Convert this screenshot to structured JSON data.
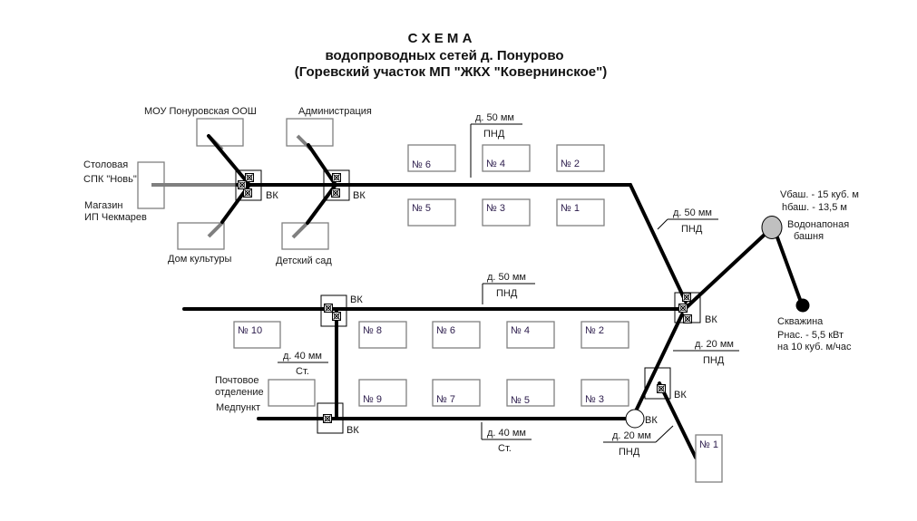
{
  "title": {
    "line1": "С Х Е М А",
    "line2": "водопроводных сетей д. Понурово",
    "line3": "(Горевский участок МП \"ЖКХ \"Ковернинское\")"
  },
  "buildings": {
    "school": "МОУ Понуровская ООШ",
    "administration": "Администрация",
    "canteen_line1": "Столовая",
    "canteen_line2": "СПК \"Новь\"",
    "shop_line1": "Магазин",
    "shop_line2": "ИП Чекмарев",
    "culture_house": "Дом культуры",
    "kindergarten": "Детский сад",
    "post_line1": "Почтовое",
    "post_line2": "отделение",
    "medpoint": "Медпункт"
  },
  "houses_top": [
    "№ 6",
    "№ 4",
    "№ 2",
    "№ 5",
    "№ 3",
    "№ 1"
  ],
  "houses_bottom": [
    "№ 10",
    "№ 8",
    "№ 6",
    "№ 4",
    "№ 2",
    "№ 9",
    "№ 7",
    "№ 5",
    "№ 3",
    "№ 1"
  ],
  "well_label": "ВК",
  "pipe_labels": {
    "top_main": {
      "dia": "д. 50 мм",
      "mat": "ПНД"
    },
    "diagonal": {
      "dia": "д. 50 мм",
      "mat": "ПНД"
    },
    "middle_main": {
      "dia": "д. 50 мм",
      "mat": "ПНД"
    },
    "vertical_link": {
      "dia": "д. 40 мм",
      "mat": "Ст."
    },
    "bottom_main": {
      "dia": "д. 40 мм",
      "mat": "Ст."
    },
    "branch_right": {
      "dia": "д. 20 мм",
      "mat": "ПНД"
    },
    "branch_bottom": {
      "dia": "д. 20 мм",
      "mat": "ПНД"
    }
  },
  "tower": {
    "volume": "Vбаш. - 15 куб. м",
    "height": "hбаш. - 13,5 м",
    "label_line1": "Водонапоная",
    "label_line2": "башня",
    "color": "#c0c0c0"
  },
  "borehole": {
    "label": "Скважина",
    "pump": "Pнас. - 5,5 кВт",
    "capacity": "на 10 куб. м/час"
  }
}
